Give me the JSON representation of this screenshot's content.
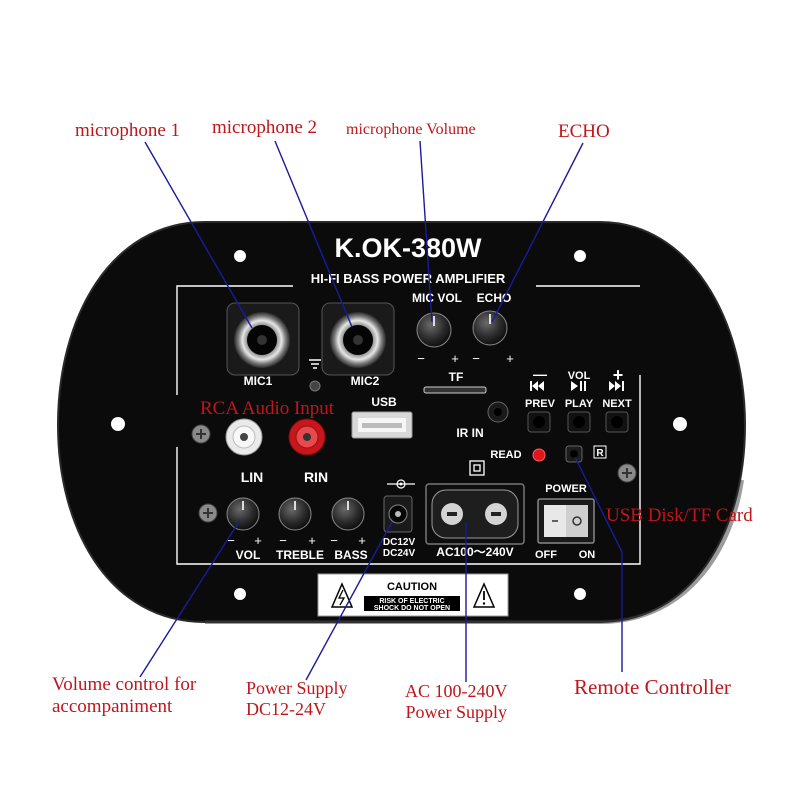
{
  "panel": {
    "model": "K.OK-380W",
    "subtitle": "HI-FI BASS POWER AMPLIFIER",
    "labels": {
      "mic1": "MIC1",
      "mic2": "MIC2",
      "mic_vol": "MIC VOL",
      "echo": "ECHO",
      "tf": "TF",
      "usb": "USB",
      "ir_in": "IR IN",
      "read": "READ",
      "r_mark": "R",
      "lin": "LIN",
      "rin": "RIN",
      "vol_minus": "—",
      "vol_label": "VOL",
      "vol_plus": "+",
      "prev": "PREV",
      "play": "PLAY",
      "next": "NEXT",
      "power": "POWER",
      "off": "OFF",
      "on": "ON",
      "dc1": "DC12V",
      "dc2": "DC24V",
      "ac": "AC100～240V",
      "bottom_vol": "VOL",
      "treble": "TREBLE",
      "bass": "BASS",
      "caution": "CAUTION",
      "risk1": "RISK OF ELECTRIC",
      "risk2": "SHOCK DO NOT OPEN",
      "minus": "−",
      "plus": "+"
    }
  },
  "callouts": {
    "mic1": "microphone 1",
    "mic2": "microphone 2",
    "mic_volume": "microphone Volume",
    "echo": "ECHO",
    "rca": "RCA Audio Input",
    "usb_tf": "USB Disk/TF Card",
    "volume_line1": "Volume control for",
    "volume_line2": "accompaniment",
    "ps_line1": "Power Supply",
    "ps_line2": "DC12-24V",
    "ac_line1": "AC 100-240V",
    "ac_line2": "Power Supply",
    "remote": "Remote Controller"
  },
  "colors": {
    "panel": "#0b0b0b",
    "panel_text": "#ffffff",
    "callout_text": "#c0161b",
    "leader": "#1c1a9a"
  }
}
